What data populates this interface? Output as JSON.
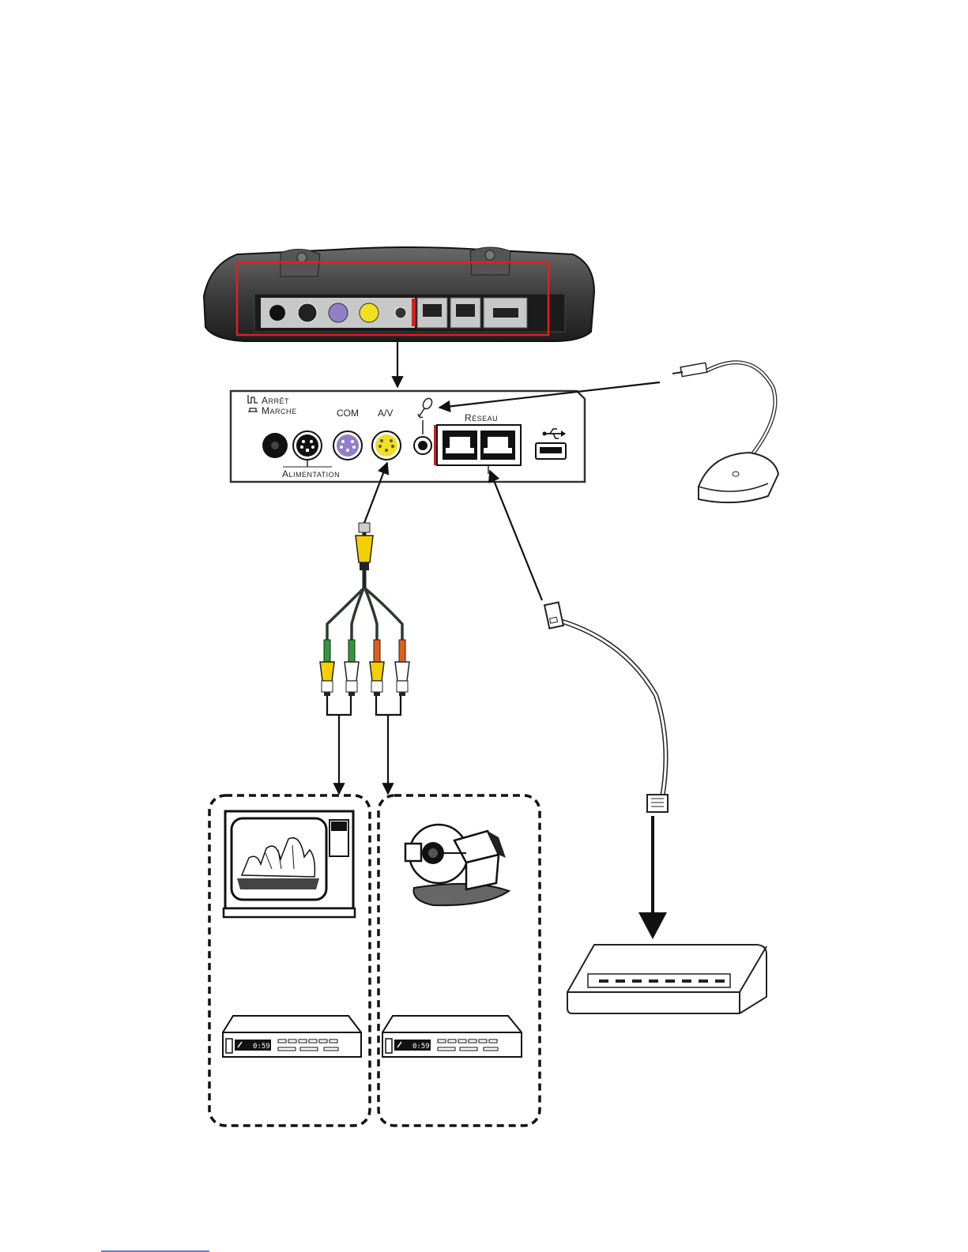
{
  "panel": {
    "power_off": "Arrêt",
    "power_on": "Marche",
    "power_supply": "Alimentation",
    "com": "COM",
    "av": "A/V",
    "network": "Réseau"
  },
  "vcr": {
    "display_value": "0:59"
  },
  "colors": {
    "highlight": "#e02020",
    "port_purple": "#9080c8",
    "port_yellow": "#f0e020",
    "plug_yellow": "#f4d000",
    "plug_green": "#2e9a3c",
    "plug_orange": "#e06018"
  },
  "icons": [
    "power-jack-icon",
    "mini-din-port-icon",
    "ps2-com-port-icon",
    "av-port-icon",
    "microphone-icon",
    "rj45-port-icon",
    "usb-icon",
    "rca-plug-icon",
    "rj45-plug-icon",
    "television-icon",
    "camera-icon",
    "vcr-icon",
    "network-switch-icon"
  ]
}
